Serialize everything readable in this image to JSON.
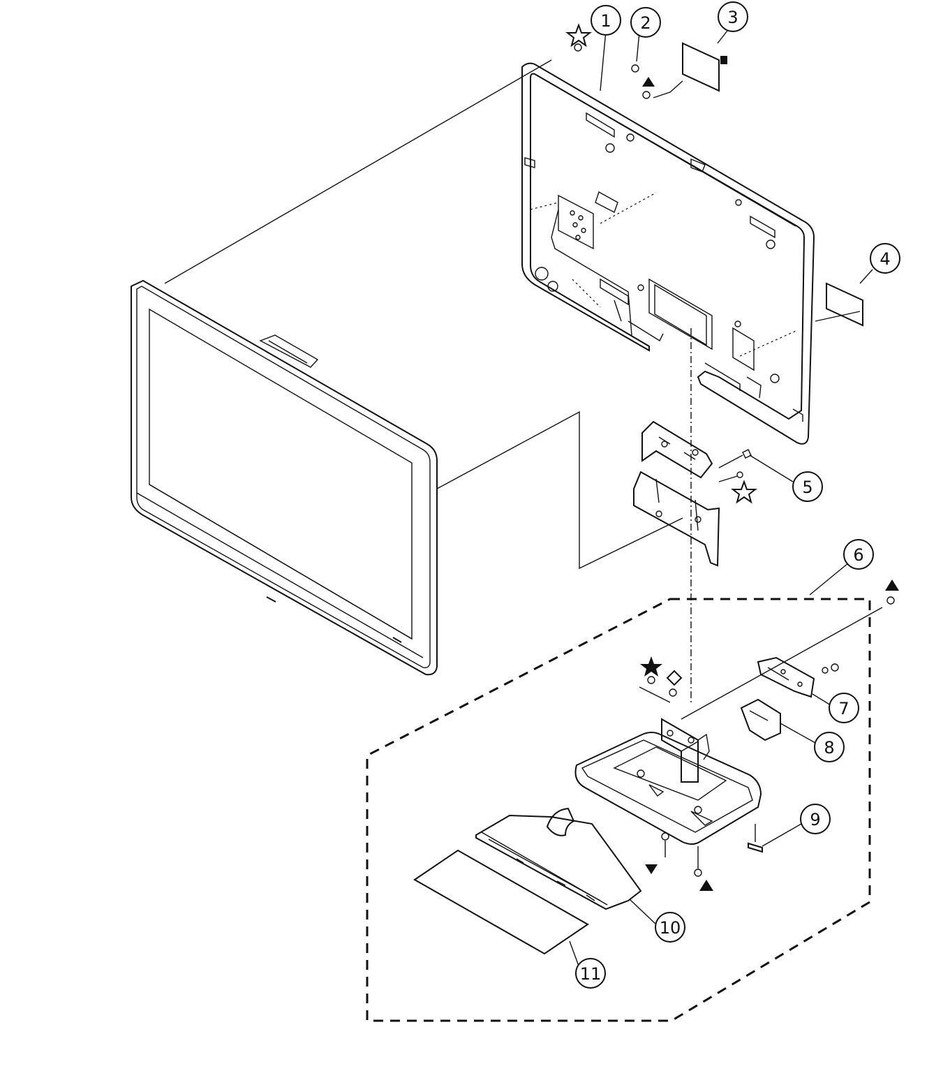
{
  "callouts": [
    {
      "id": "1",
      "label": "1"
    },
    {
      "id": "2",
      "label": "2"
    },
    {
      "id": "3",
      "label": "3"
    },
    {
      "id": "4",
      "label": "4"
    },
    {
      "id": "5",
      "label": "5"
    },
    {
      "id": "6",
      "label": "6"
    },
    {
      "id": "7",
      "label": "7"
    },
    {
      "id": "8",
      "label": "8"
    },
    {
      "id": "9",
      "label": "9"
    },
    {
      "id": "10",
      "label": "10"
    },
    {
      "id": "11",
      "label": "11"
    }
  ],
  "symbols": {
    "open_star": "open-star-icon",
    "filled_star": "filled-star-icon",
    "up_triangle": "filled-triangle-up-icon",
    "down_triangle": "filled-triangle-down-icon",
    "diamond": "open-diamond-icon",
    "square": "filled-square-icon"
  }
}
